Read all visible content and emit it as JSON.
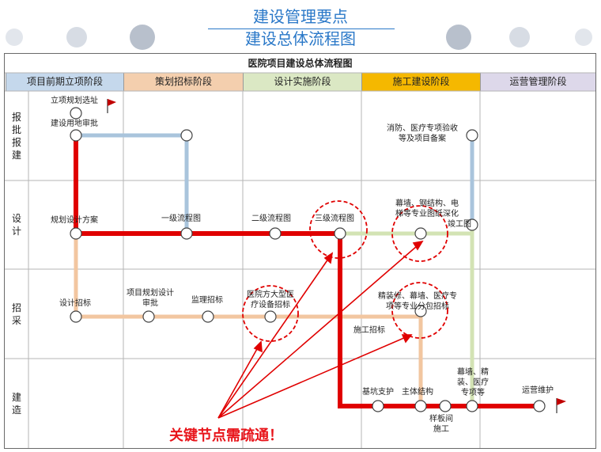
{
  "header": {
    "title_line1": "建设管理要点",
    "title_line2": "建设总体流程图"
  },
  "chart": {
    "title": "医院项目建设总体流程图",
    "phases": [
      {
        "label": "项目前期立项阶段",
        "color": "#c5d8ec"
      },
      {
        "label": "策划招标阶段",
        "color": "#f4cfae"
      },
      {
        "label": "设计实施阶段",
        "color": "#dbe8c4"
      },
      {
        "label": "施工建设阶段",
        "color": "#f5b800"
      },
      {
        "label": "运营管理阶段",
        "color": "#ddd8ea"
      }
    ],
    "rows": [
      "报批报建",
      "设计",
      "招采",
      "建造"
    ],
    "nodes": {
      "lixiang": "立项规划选址",
      "jianshe_yongdi": "建设用地审批",
      "xiaofang": "消防、医疗专项验收等及项目备案",
      "guihua_sheji": "规划设计方案",
      "yiji": "一级流程图",
      "erji": "二级流程图",
      "sanji": "三级流程图",
      "muqiang_sheji": "幕墙、钢结构、电梯等专业图纸深化",
      "jungong": "竣工图",
      "sheji_zhaobiao": "设计招标",
      "xiangmu_guihua": "项目规划设计审批",
      "jianli": "监理招标",
      "yiyuan_fang": "医院方大型医疗设备招标",
      "jingzhuang": "精装修、幕墙、医疗专项等专业分包招标",
      "shigong_zhaobiao": "施工招标",
      "jikeng": "基坑支护",
      "zhuti": "主体结构",
      "muqiang_jingzhuang": "幕墙、精装、医疗专项等",
      "yunying": "运营维护",
      "shigong": "样板间施工"
    },
    "callout": "关键节点需疏通！",
    "colors": {
      "critical_path": "#e00000",
      "blue_path": "#a9c4dc",
      "orange_path": "#f2c6a0",
      "green_path": "#d3e3b4",
      "circle_stroke": "#444444",
      "key_node_ring": "#e00000"
    }
  }
}
